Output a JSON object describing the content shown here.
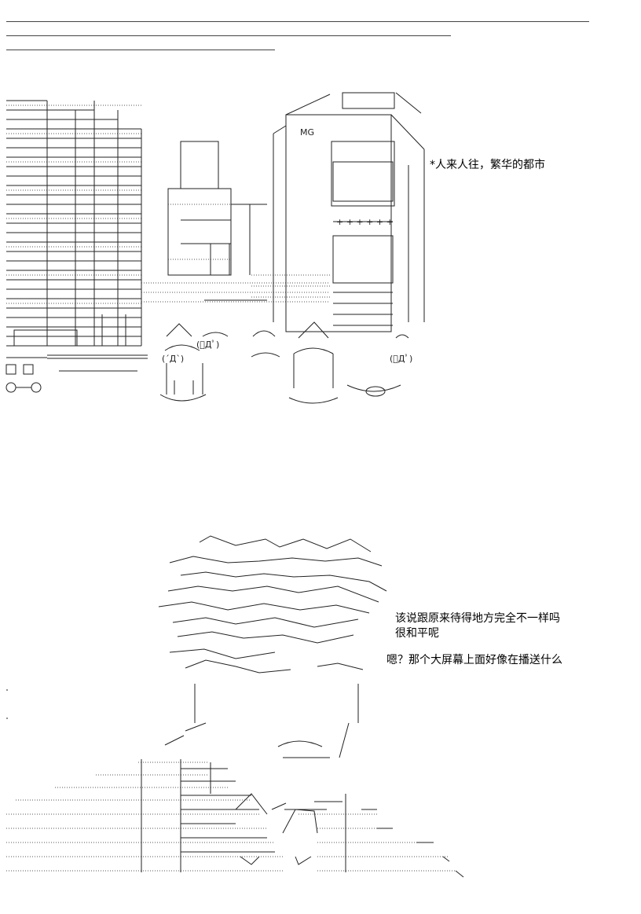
{
  "captions": {
    "city": "*人来人往，繁华的都市",
    "speech_line1": "该说跟原来待得地方完全不一样吗",
    "speech_line2": "很和平呢",
    "speech_line3": "嗯？那个大屏幕上面好像在播送什么"
  },
  "screen": {
    "sign": "MG",
    "row": "+ + + + + +"
  },
  "crowd": {
    "face_left": "(´Д`)",
    "face_mid": "(ﾟДﾟ)",
    "face_right": "(ﾟДﾟ)"
  }
}
